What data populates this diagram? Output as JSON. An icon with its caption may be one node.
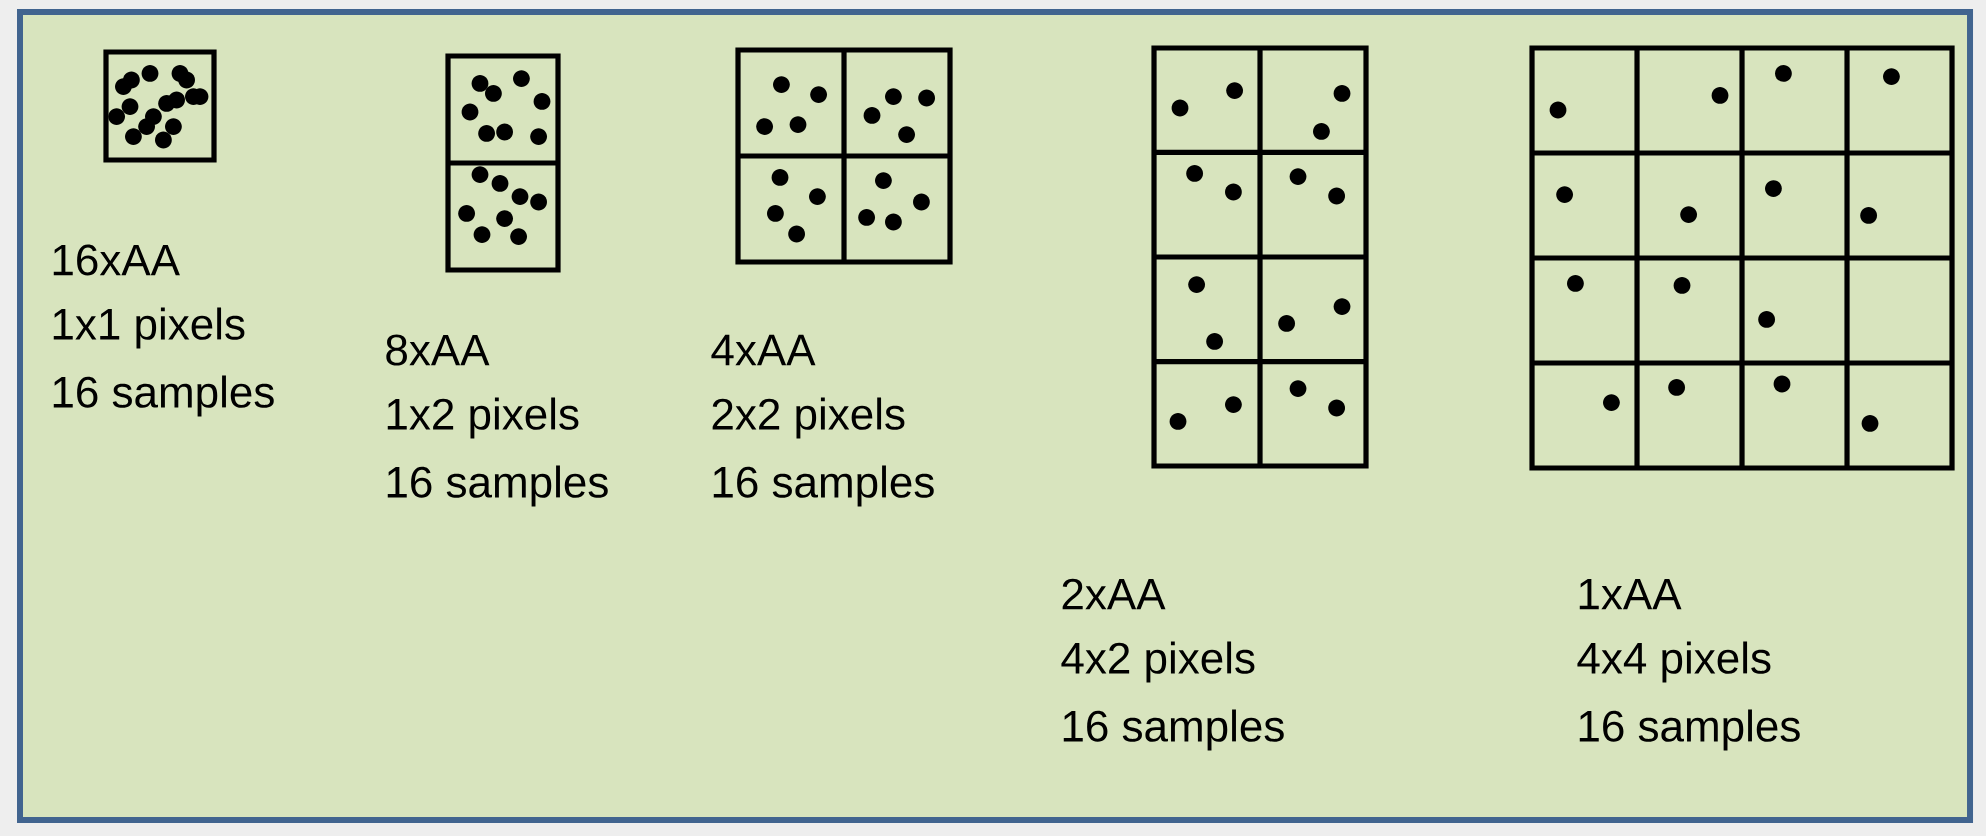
{
  "diagram": {
    "labels": [
      "16xAA",
      "1x1 pixels",
      "16 samples",
      "8xAA",
      "1x2 pixels",
      "16 samples",
      "4xAA",
      "2x2 pixels",
      "16 samples",
      "2xAA",
      "4x2 pixels",
      "16 samples",
      "1xAA",
      "4x4 pixels",
      "16 samples"
    ]
  }
}
